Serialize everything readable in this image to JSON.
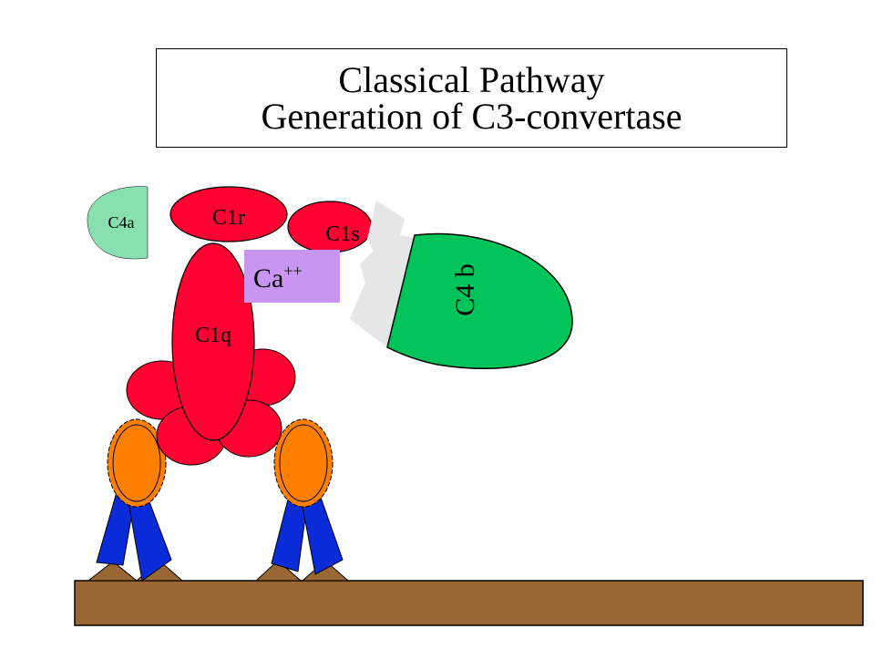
{
  "title": {
    "line1": "Classical Pathway",
    "line2": "Generation of C3-convertase"
  },
  "labels": {
    "c4a": "C4a",
    "c1r": "C1r",
    "c1s": "C1s",
    "c1q": "C1q",
    "ca_base": "Ca",
    "ca_sup": "++",
    "c4b": "C4 b"
  },
  "colors": {
    "c1_red": "#ff0033",
    "c4a_green": "#88e0b0",
    "c4b_green": "#00c35a",
    "calcium_purple": "#c896f2",
    "cleavage_grey": "#e6e6e6",
    "antigen_orange": "#ff8000",
    "antibody_blue": "#0a2cd8",
    "membrane_brown": "#9a6632"
  }
}
